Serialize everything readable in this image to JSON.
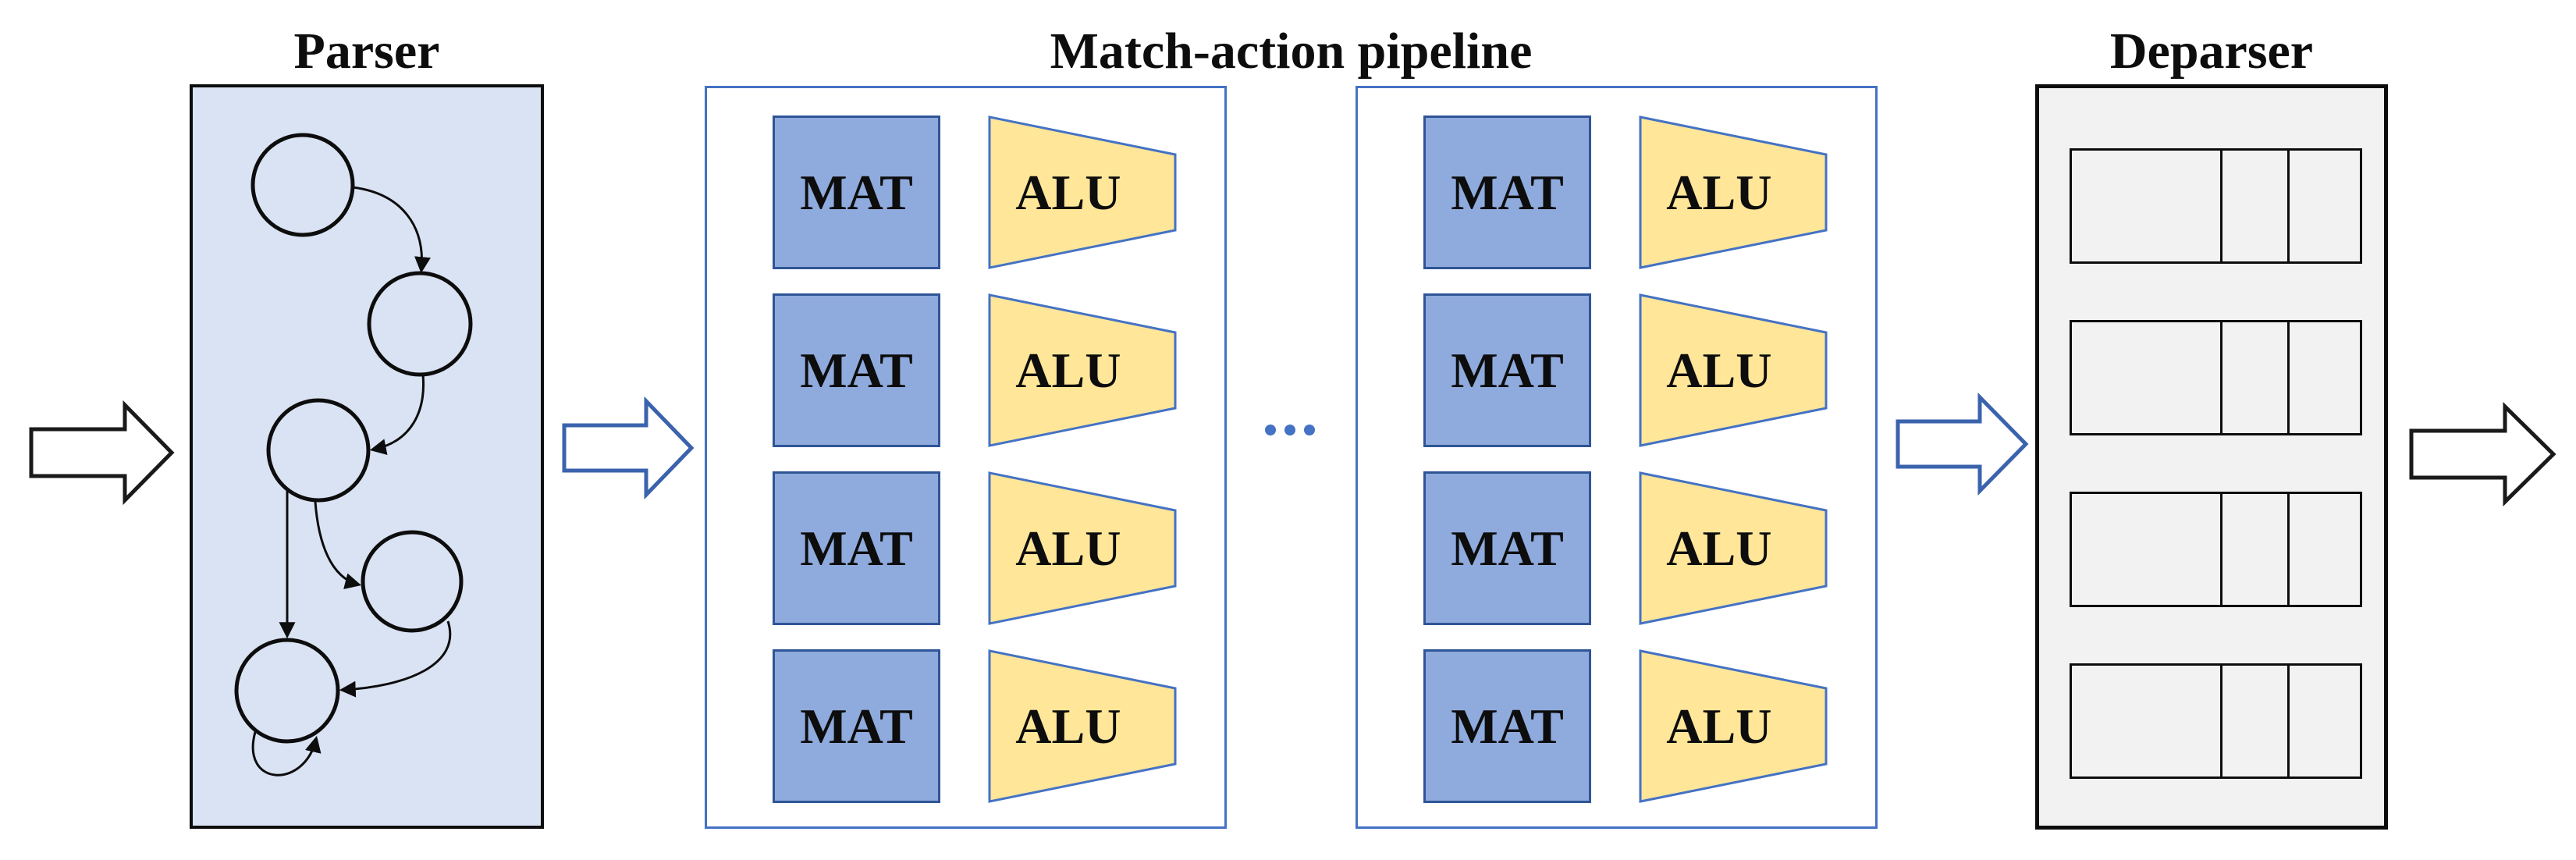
{
  "titles": {
    "parser": "Parser",
    "pipeline": "Match-action pipeline",
    "deparser": "Deparser"
  },
  "parser": {
    "node_count": 5,
    "edge_count": 6,
    "has_self_loop": true
  },
  "pipeline": {
    "visible_stages": 2,
    "rows_per_stage": 4,
    "mat_label": "MAT",
    "alu_label": "ALU",
    "ellipsis_dot_count": 3
  },
  "deparser": {
    "row_count": 4,
    "cells_per_row": 3
  },
  "colors": {
    "parser-fill": "#dae3f3",
    "pipeline-border": "#4472c4",
    "mat-fill": "#8faadc",
    "mat-border": "#2f5597",
    "alu-fill": "#ffe699",
    "alu-border": "#4472c4",
    "deparser-fill": "#f2f2f2",
    "arrow-blue": "#3b63ad",
    "arrow-black": "#1a1a1a",
    "dot-color": "#4472c4"
  }
}
